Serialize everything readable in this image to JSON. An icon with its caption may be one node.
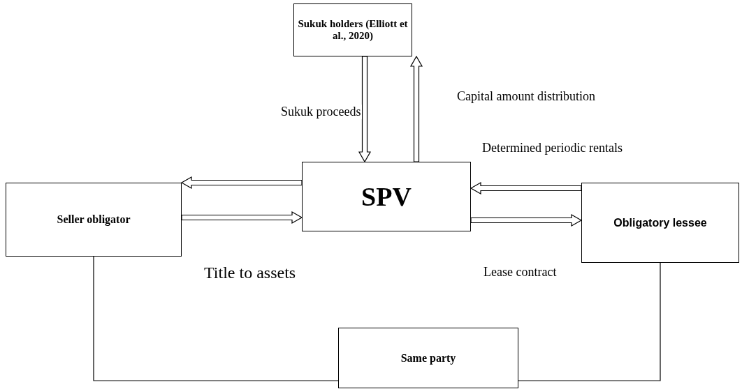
{
  "diagram": {
    "nodes": [
      {
        "text": [
          "Sukuk holders (Elliott et al., 2020)"
        ]
      },
      {
        "text": [
          "Seller obligator"
        ]
      },
      {
        "text": [
          "SPV"
        ]
      },
      {
        "text": [
          "Obligatory lessee"
        ]
      },
      {
        "text": [
          "Same party"
        ]
      }
    ],
    "edges": [
      {
        "from": 0,
        "to": 2,
        "arrow": "to",
        "label": "Sukuk proceeds"
      },
      {
        "from": 2,
        "to": 0,
        "arrow": "to",
        "label": "Capital amount distribution"
      },
      {
        "from": 2,
        "to": 1,
        "arrow": "to"
      },
      {
        "from": 1,
        "to": 2,
        "arrow": "to",
        "label": "Title to assets"
      },
      {
        "from": 3,
        "to": 2,
        "arrow": "to",
        "label": "Determined periodic rentals"
      },
      {
        "from": 2,
        "to": 3,
        "arrow": "to",
        "label": "Lease contract"
      },
      {
        "from": 1,
        "to": 4,
        "arrow": "none"
      },
      {
        "from": 3,
        "to": 4,
        "arrow": "none"
      }
    ]
  }
}
